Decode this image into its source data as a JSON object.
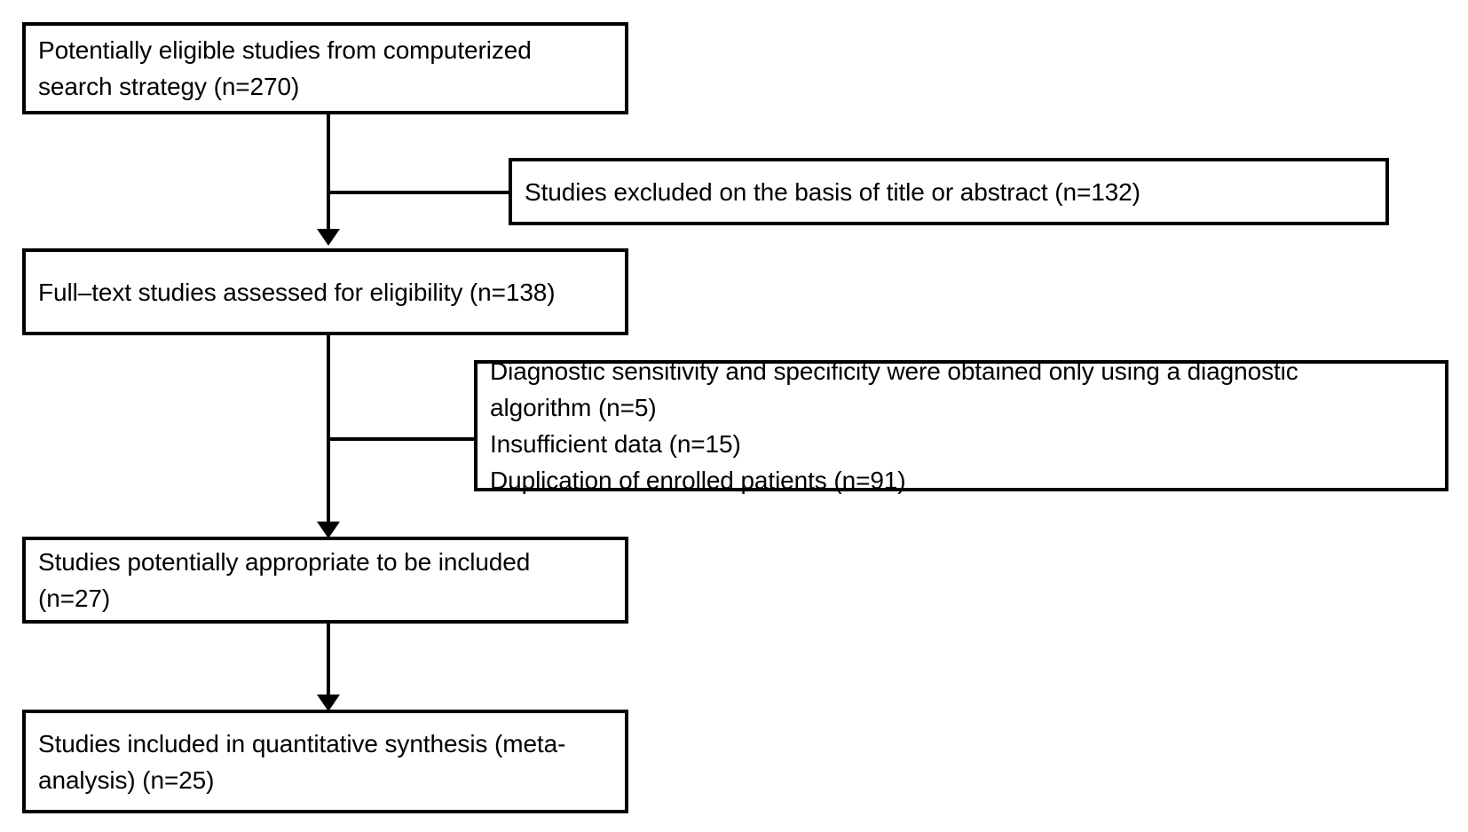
{
  "diagram": {
    "title": "PRISMA study selection flow diagram",
    "type": "flowchart",
    "stroke_color": "#000000",
    "background_color": "#ffffff",
    "nodes": [
      {
        "id": "identification",
        "label": "Potentially eligible studies from computerized\nsearch strategy (n=270)",
        "count": 270,
        "column": "main"
      },
      {
        "id": "excluded-title-abstract",
        "label": "Studies excluded on the basis of title or abstract (n=132)",
        "count": 132,
        "column": "side"
      },
      {
        "id": "fulltext-assessed",
        "label": "Full–text studies assessed for eligibility (n=138)",
        "count": 138,
        "column": "main"
      },
      {
        "id": "excluded-reasons",
        "label": "Diagnostic sensitivity and specificity were obtained only using a diagnostic\nalgorithm (n=5)\nInsufficient data (n=15)\nDuplication of enrolled patients (n=91)",
        "column": "side",
        "reasons": [
          {
            "text": "Diagnostic sensitivity and specificity were obtained only using a diagnostic algorithm (n=5)",
            "count": 5
          },
          {
            "text": "Insufficient data (n=15)",
            "count": 15
          },
          {
            "text": "Duplication of enrolled patients (n=91)",
            "count": 91
          }
        ]
      },
      {
        "id": "potentially-appropriate",
        "label": "Studies potentially appropriate to be included\n(n=27)",
        "count": 27,
        "column": "main"
      },
      {
        "id": "included-synthesis",
        "label": "Studies included in quantitative synthesis (meta-\nanalysis) (n=25)",
        "count": 25,
        "column": "main"
      }
    ],
    "connectors": [
      {
        "id": "c1",
        "from": "identification",
        "to": "fulltext-assessed",
        "kind": "arrow-down"
      },
      {
        "id": "c2",
        "from": "identification",
        "to": "excluded-title-abstract",
        "kind": "branch-right"
      },
      {
        "id": "c3",
        "from": "fulltext-assessed",
        "to": "potentially-appropriate",
        "kind": "arrow-down"
      },
      {
        "id": "c4",
        "from": "fulltext-assessed",
        "to": "excluded-reasons",
        "kind": "branch-right"
      },
      {
        "id": "c5",
        "from": "potentially-appropriate",
        "to": "included-synthesis",
        "kind": "arrow-down"
      }
    ]
  }
}
